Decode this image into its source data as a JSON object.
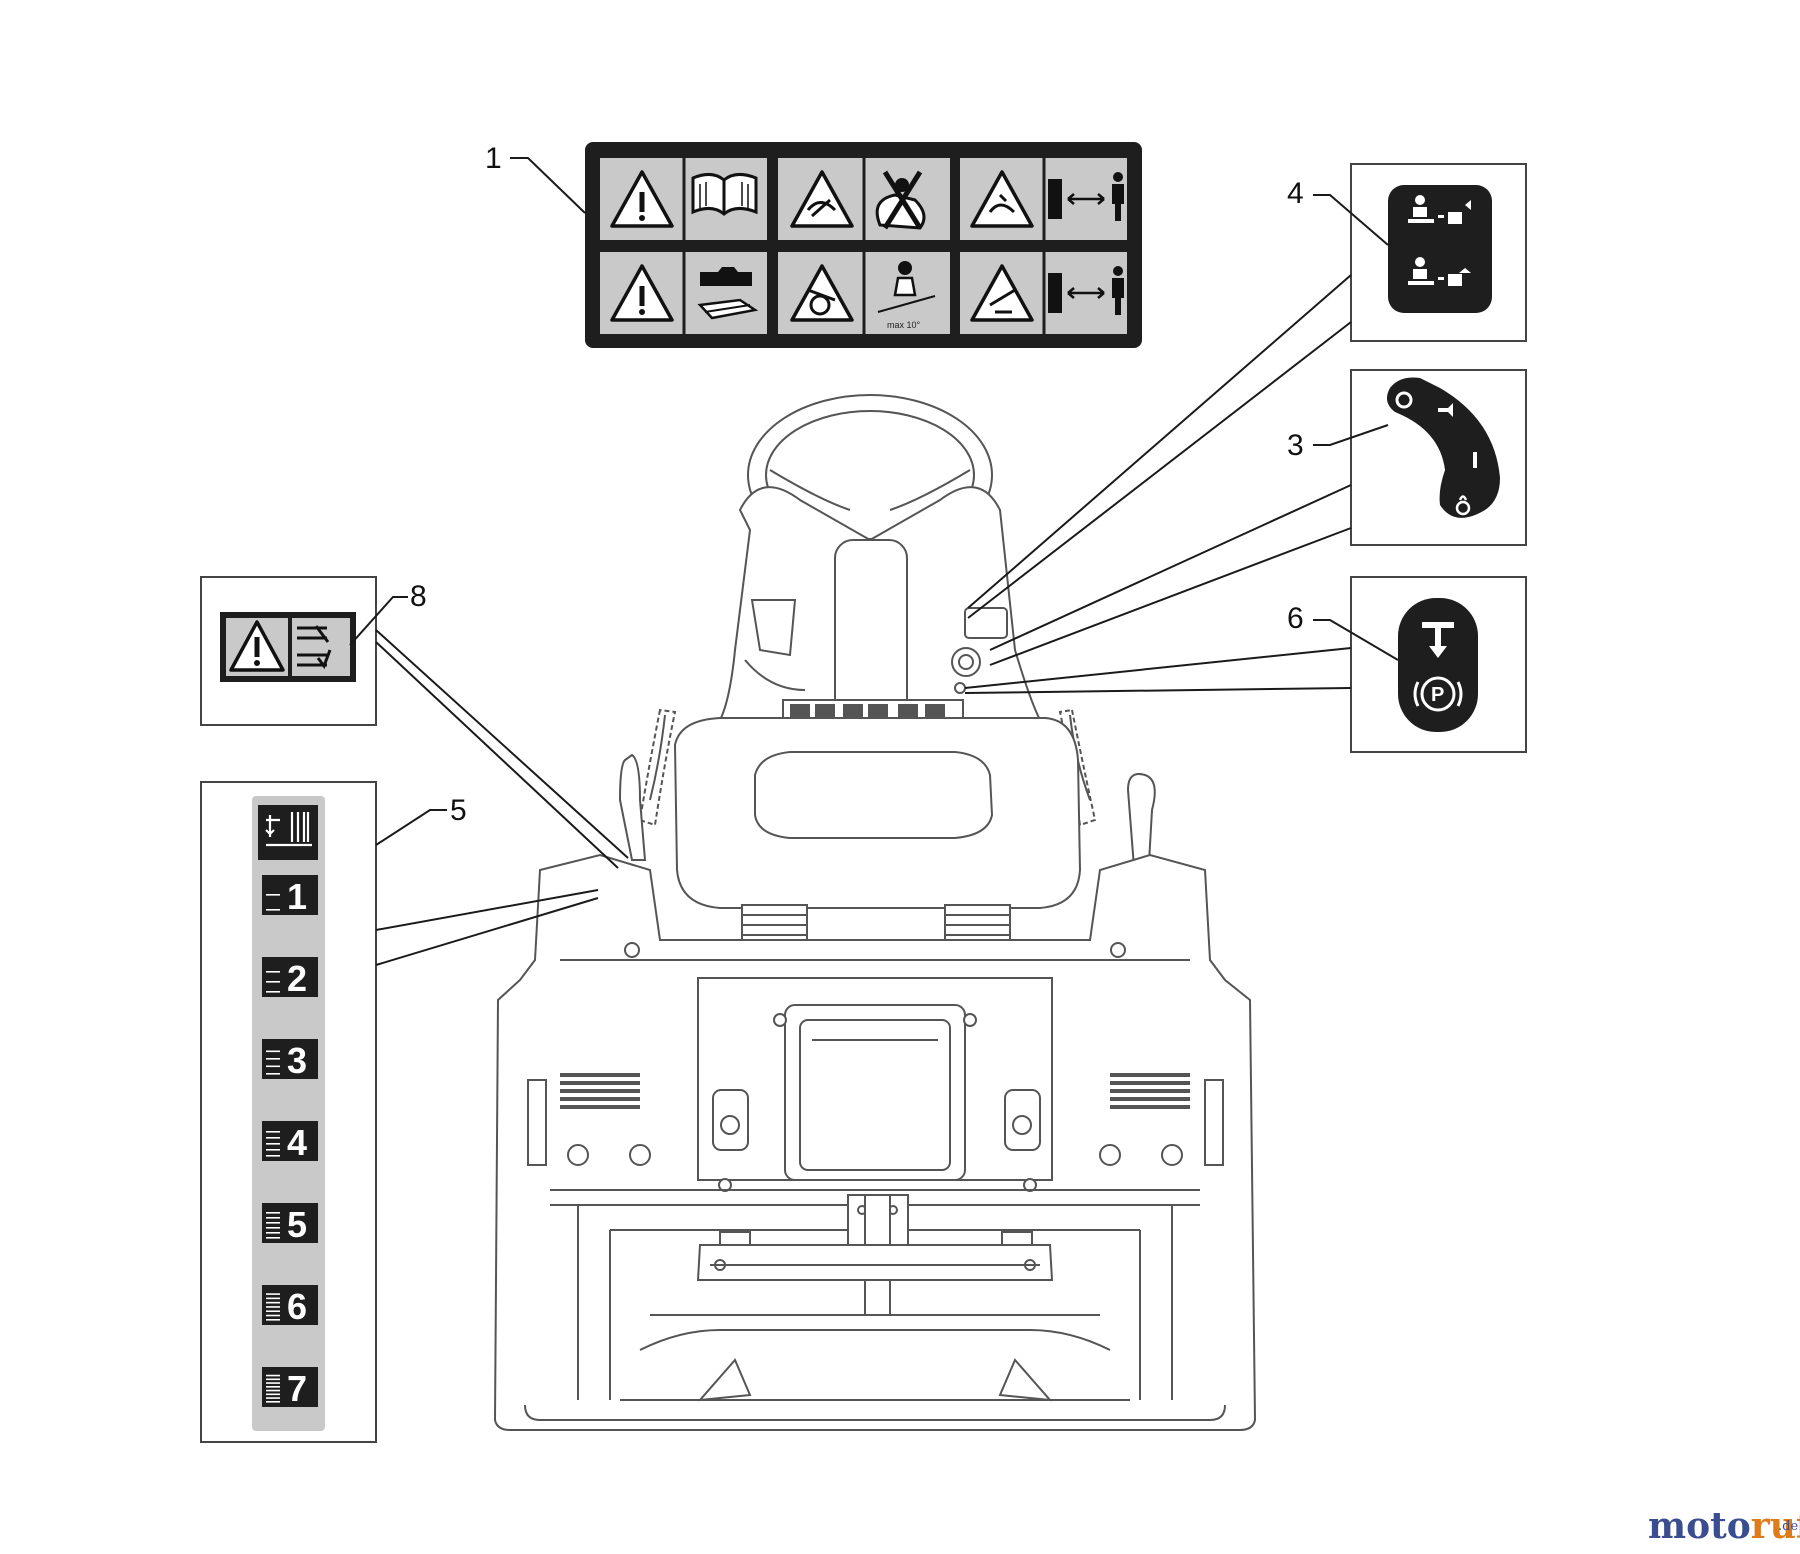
{
  "callouts": [
    "1",
    "3",
    "4",
    "5",
    "6",
    "8"
  ],
  "height_scale": [
    "1",
    "2",
    "3",
    "4",
    "5",
    "6",
    "7"
  ],
  "decal_1": {
    "slope_text": "max 10°"
  },
  "brand": {
    "name_part1": "moto",
    "name_part2": "ruf",
    "suffix": ".de",
    "color_a": "#3a4d8f",
    "color_b": "#e07b1a"
  },
  "colors": {
    "decal_dark": "#1e1e1e",
    "decal_panel": "#c9c9c9",
    "line": "#1a1a1a"
  },
  "icons": [
    "warning-triangle-icon",
    "operator-manual-icon",
    "no-passengers-icon",
    "keep-distance-icon",
    "engine-maintenance-icon",
    "slope-warning-icon",
    "blade-lower-icon",
    "blade-raise-icon",
    "ignition-off-icon",
    "ignition-start-icon",
    "ignition-lock-icon",
    "parking-brake-icon",
    "cutting-height-icon"
  ]
}
